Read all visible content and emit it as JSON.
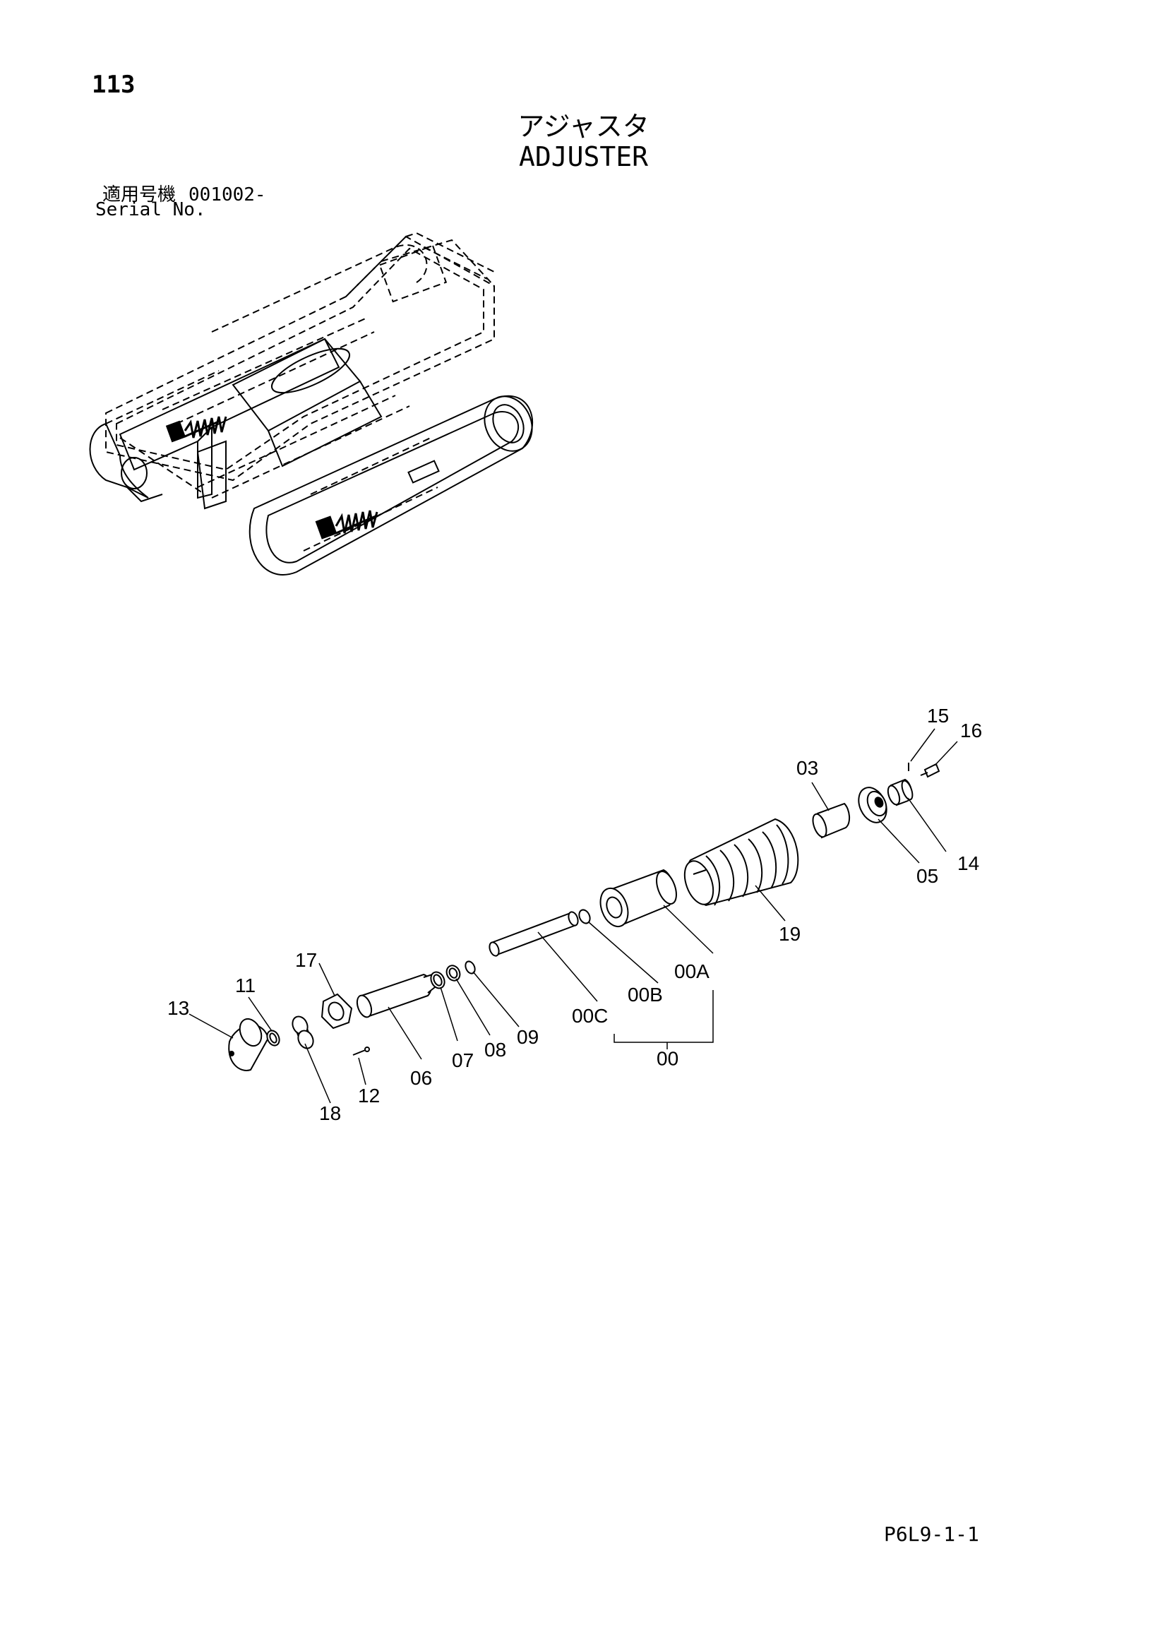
{
  "header": {
    "page_number": "113",
    "title_jp": "アジャスタ",
    "title_en": "ADJUSTER"
  },
  "serial": {
    "label_jp": "適用号機",
    "range": "001002-",
    "label_en": "Serial No."
  },
  "footer": {
    "figure_code": "P6L9-1-1"
  },
  "callouts": {
    "p15": "15",
    "p16": "16",
    "p03": "03",
    "p14": "14",
    "p05": "05",
    "p19": "19",
    "p00A": "00A",
    "p00B": "00B",
    "p00C": "00C",
    "p00": "00",
    "p17": "17",
    "p11": "11",
    "p13": "13",
    "p09": "09",
    "p08": "08",
    "p07": "07",
    "p06": "06",
    "p12": "12",
    "p18": "18"
  },
  "colors": {
    "line": "#000000",
    "dashed": "#000000",
    "background": "#ffffff"
  }
}
